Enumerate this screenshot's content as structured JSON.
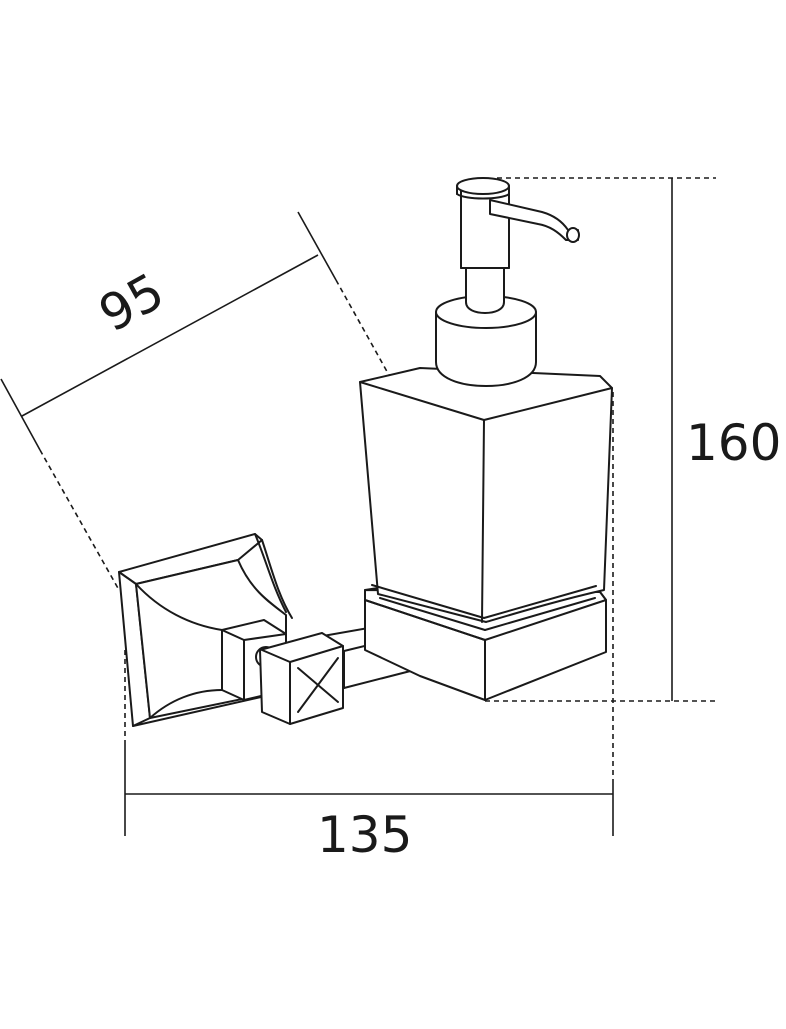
{
  "dimensions": {
    "width": "135",
    "height": "160",
    "depth": "95"
  },
  "colors": {
    "line": "#1a1a1a",
    "background": "#ffffff"
  }
}
